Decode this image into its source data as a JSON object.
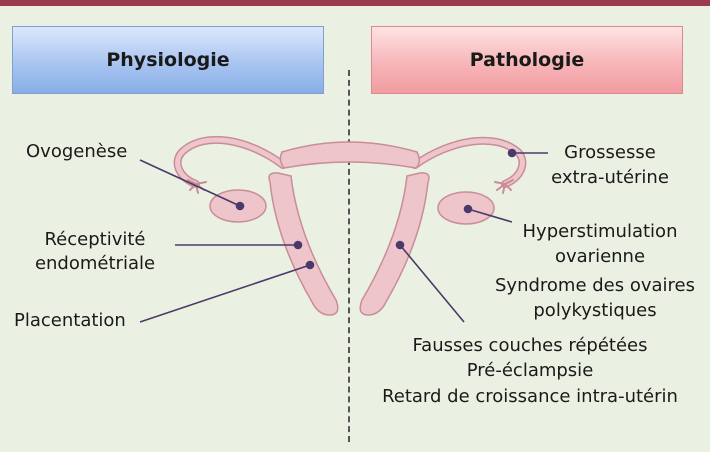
{
  "headers": {
    "left": "Physiologie",
    "right": "Pathologie"
  },
  "left_labels": {
    "ovogenese": "Ovogenèse",
    "receptivite_1": "Réceptivité",
    "receptivite_2": "endométriale",
    "placentation": "Placentation"
  },
  "right_labels": {
    "grossesse_1": "Grossesse",
    "grossesse_2": "extra-utérine",
    "hyper_1": "Hyperstimulation",
    "hyper_2": "ovarienne",
    "sopk_1": "Syndrome des ovaires",
    "sopk_2": "polykystiques",
    "fc": "Fausses couches répétées",
    "pe": "Pré-éclampsie",
    "rciu": "Retard de croissance intra-utérin"
  },
  "colors": {
    "top_bar": "#9b3b4f",
    "background": "#eaf1e2",
    "organ_fill": "#efc5cc",
    "organ_stroke": "#c98d99",
    "pointer_line": "#4a3a6a",
    "header_left": "#a9c5f0",
    "header_right": "#f7b6b9"
  }
}
